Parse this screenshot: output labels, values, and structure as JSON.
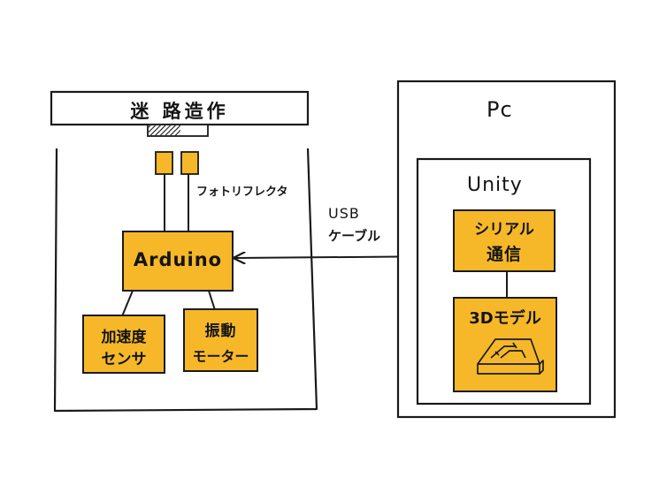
{
  "diagram": {
    "maze_device": {
      "title": "迷 路造作",
      "photoreflector_label": "フォトリフレクタ",
      "arduino_label": "Arduino",
      "accel_label": [
        "加速度",
        "センサ"
      ],
      "motor_label": [
        "振動",
        "モーター"
      ]
    },
    "connection": {
      "label": [
        "USB",
        "ケーブル"
      ]
    },
    "pc": {
      "title": "Pc",
      "unity_label": "Unity",
      "serial_label": [
        "シリアル",
        "通信"
      ],
      "model_label": "3Dモデル"
    }
  },
  "colors": {
    "box_fill": "#F6B829",
    "stroke": "#1a1a1a",
    "background": "#ffffff"
  }
}
